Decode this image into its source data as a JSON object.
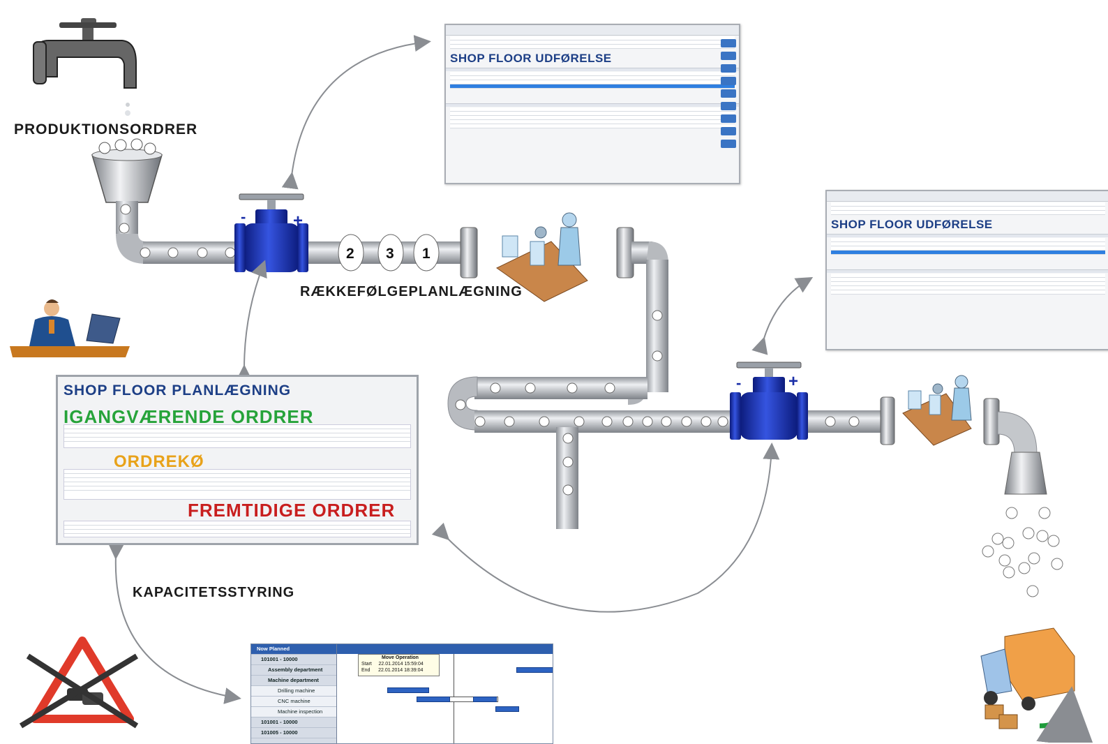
{
  "labels": {
    "production_orders": "PRODUKTIONSORDRER",
    "sequence_planning": "RÆKKEFØLGEPLANLÆGNING",
    "capacity_control": "KAPACITETSSTYRING"
  },
  "pipeline": {
    "order_numbers": [
      "2",
      "3",
      "1"
    ],
    "valve_minus": "-",
    "valve_plus": "+"
  },
  "shop_floor_execution": {
    "title": "SHOP FLOOR UDFØRELSE"
  },
  "shop_floor_planning": {
    "title": "SHOP FLOOR PLANLÆGNING",
    "ongoing": "IGANGVÆRENDE ORDRER",
    "queue": "ORDREKØ",
    "future": "FREMTIDIGE ORDRER"
  },
  "gantt": {
    "header": "Now Planned",
    "tree": [
      "101001 - 10000",
      "Assembly department",
      "Machine department",
      "Drilling machine",
      "CNC machine",
      "Machine inspection",
      "101001 - 10000",
      "101005 - 10000"
    ],
    "tooltip_title": "Move Operation",
    "tooltip_start_label": "Start",
    "tooltip_start": "22.01.2014 15:59:04",
    "tooltip_end_label": "End",
    "tooltip_end": "22.01.2014 18:39:04"
  },
  "colors": {
    "pipe": "#c9ccd1",
    "valve": "#1b2fa8",
    "header_blue": "#1d3f86",
    "ongoing_green": "#26a33a",
    "queue_orange": "#e8a21a",
    "future_red": "#c81e1e"
  }
}
